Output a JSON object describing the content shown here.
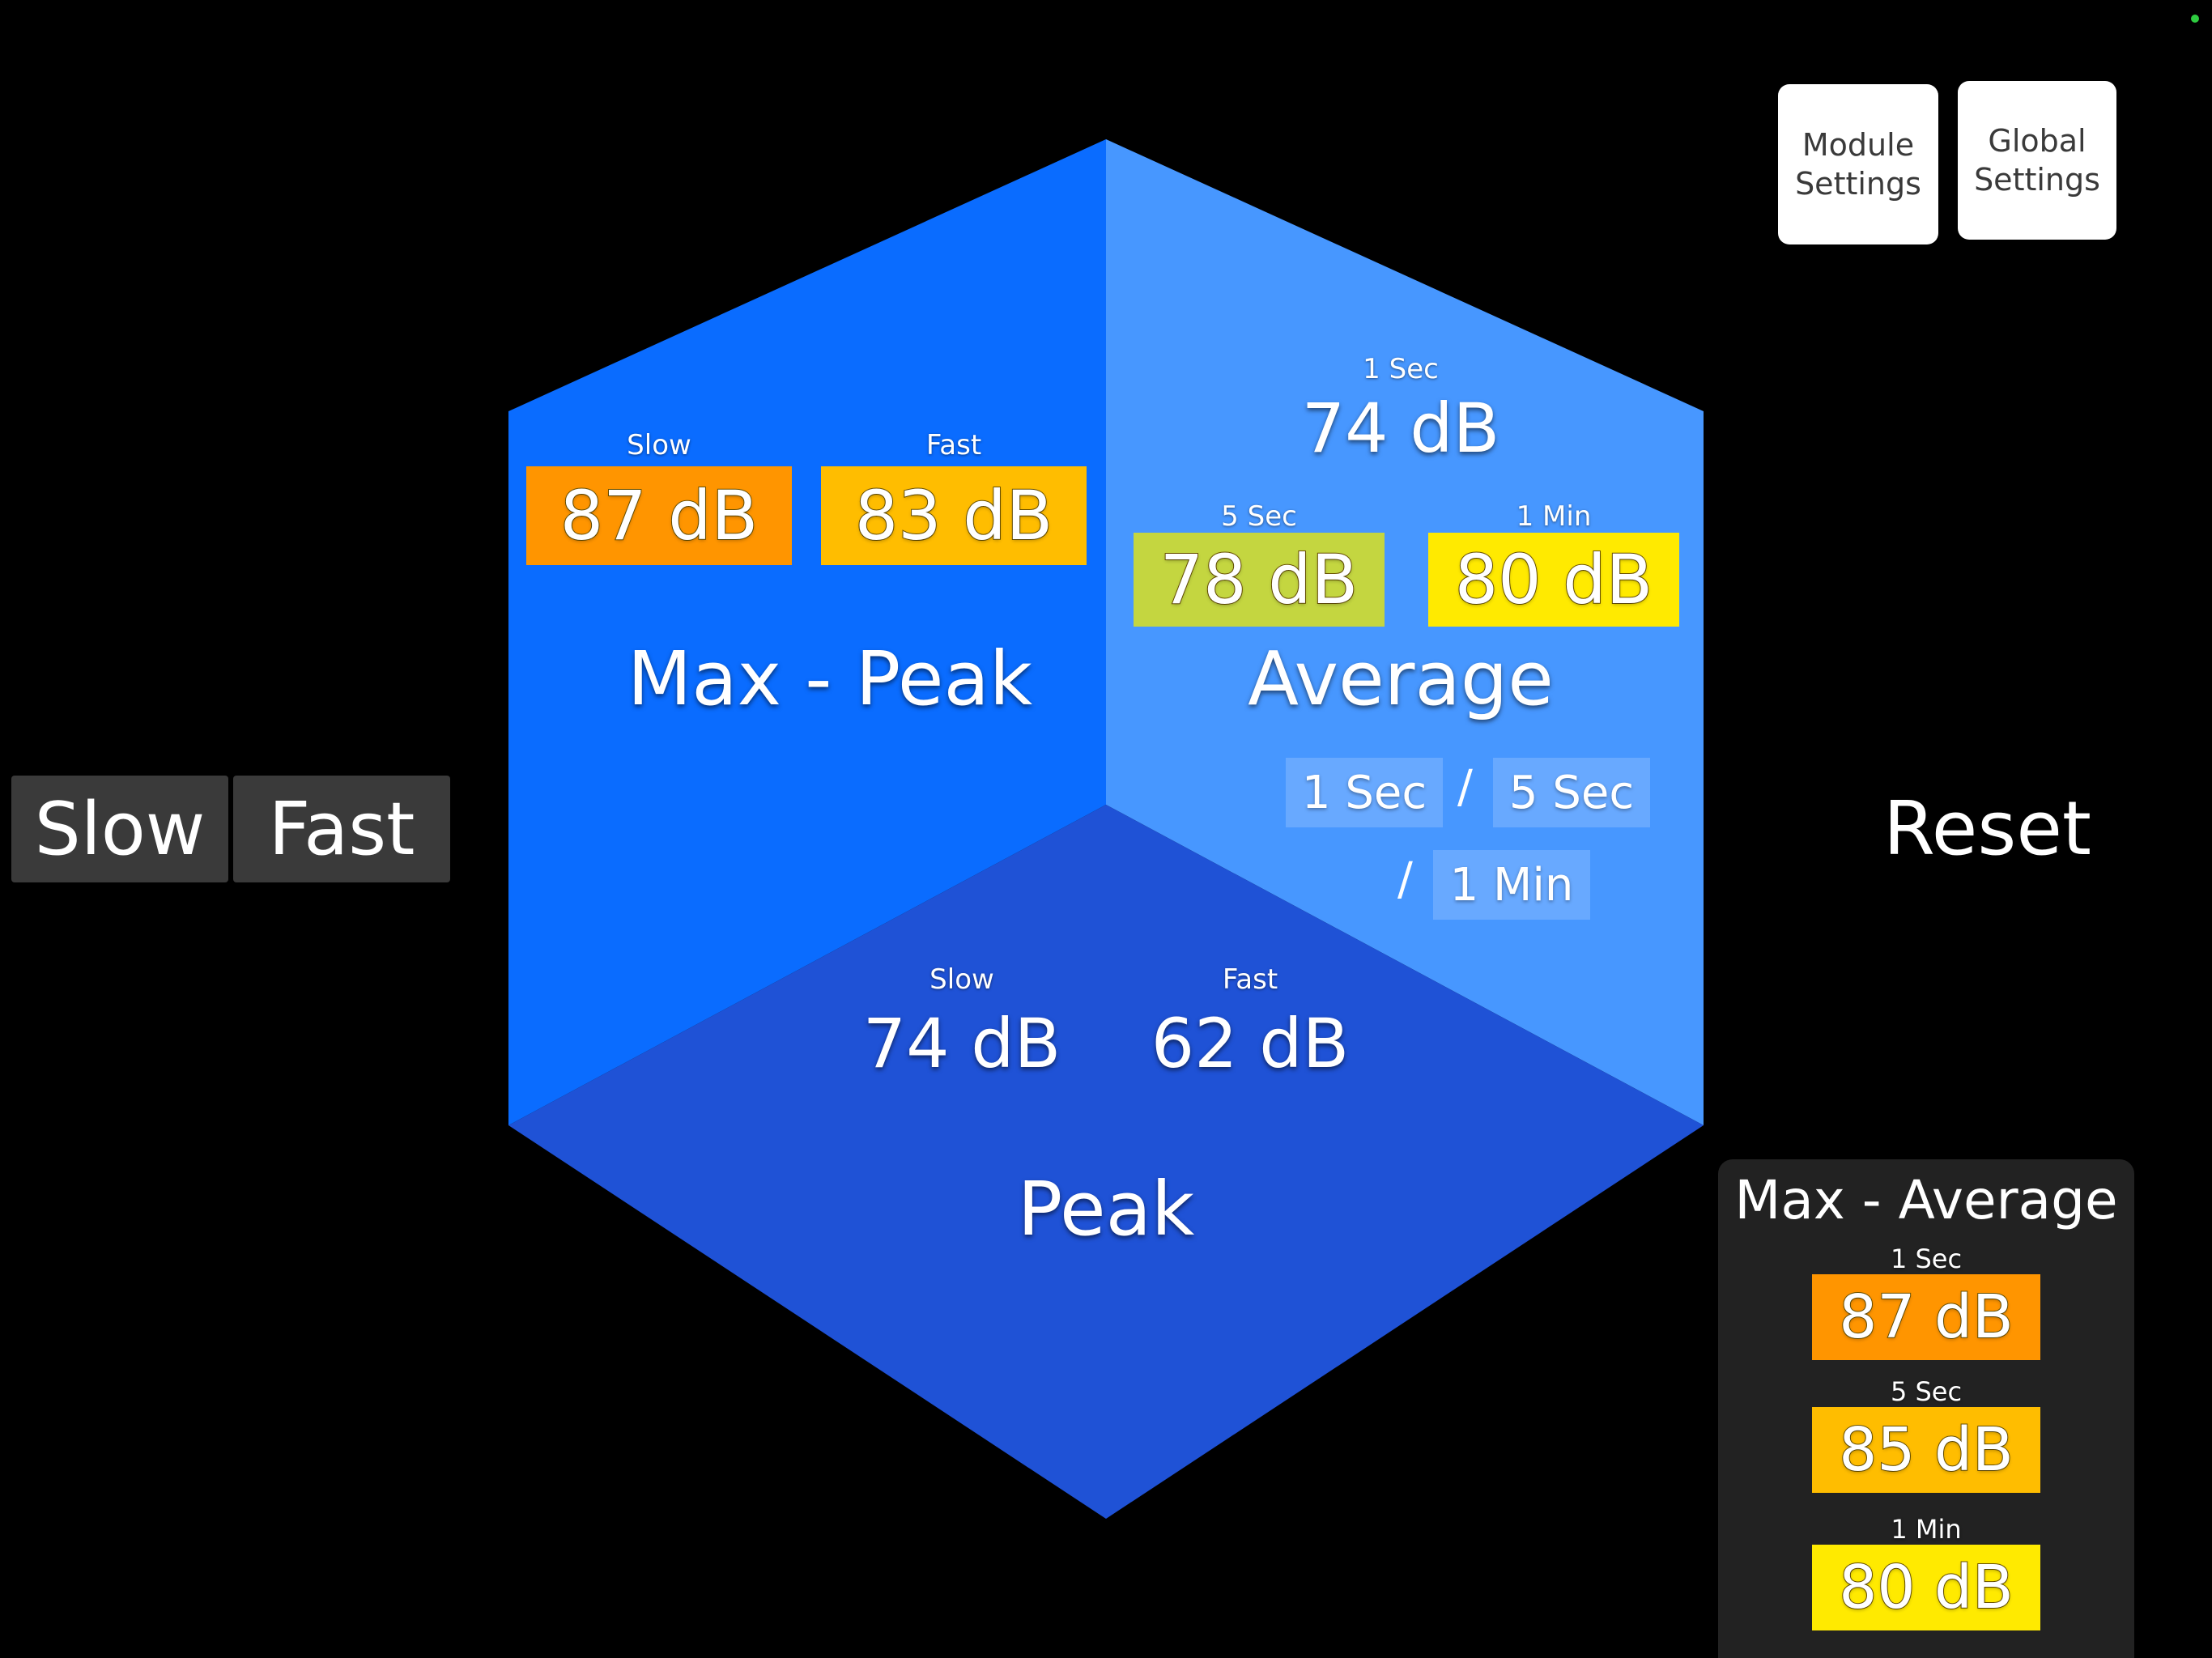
{
  "colors": {
    "hex_left": "#0a6cff",
    "hex_right": "#4797ff",
    "hex_bottom": "#1f52d6",
    "orange": "#ff9500",
    "amber": "#ffbd00",
    "yellow": "#ffea00",
    "olive": "#c4d640"
  },
  "header": {
    "module_settings": "Module\nSettings",
    "global_settings": "Global\nSettings"
  },
  "max_peak": {
    "title": "Max - Peak",
    "slow_label": "Slow",
    "slow_value": "87 dB",
    "fast_label": "Fast",
    "fast_value": "83 dB"
  },
  "average": {
    "title": "Average",
    "sec1_label": "1 Sec",
    "sec1_value": "74 dB",
    "sec5_label": "5 Sec",
    "sec5_value": "78 dB",
    "min1_label": "1 Min",
    "min1_value": "80 dB",
    "toggles": {
      "sec1": "1 Sec",
      "slash": "/",
      "sec5": "5 Sec",
      "min1": "1 Min"
    }
  },
  "peak": {
    "title": "Peak",
    "slow_label": "Slow",
    "slow_value": "74 dB",
    "fast_label": "Fast",
    "fast_value": "62 dB"
  },
  "mode": {
    "slow": "Slow",
    "fast": "Fast"
  },
  "reset_label": "Reset",
  "max_average": {
    "title": "Max - Average",
    "sec1_label": "1 Sec",
    "sec1_value": "87 dB",
    "sec5_label": "5 Sec",
    "sec5_value": "85 dB",
    "min1_label": "1 Min",
    "min1_value": "80 dB"
  }
}
